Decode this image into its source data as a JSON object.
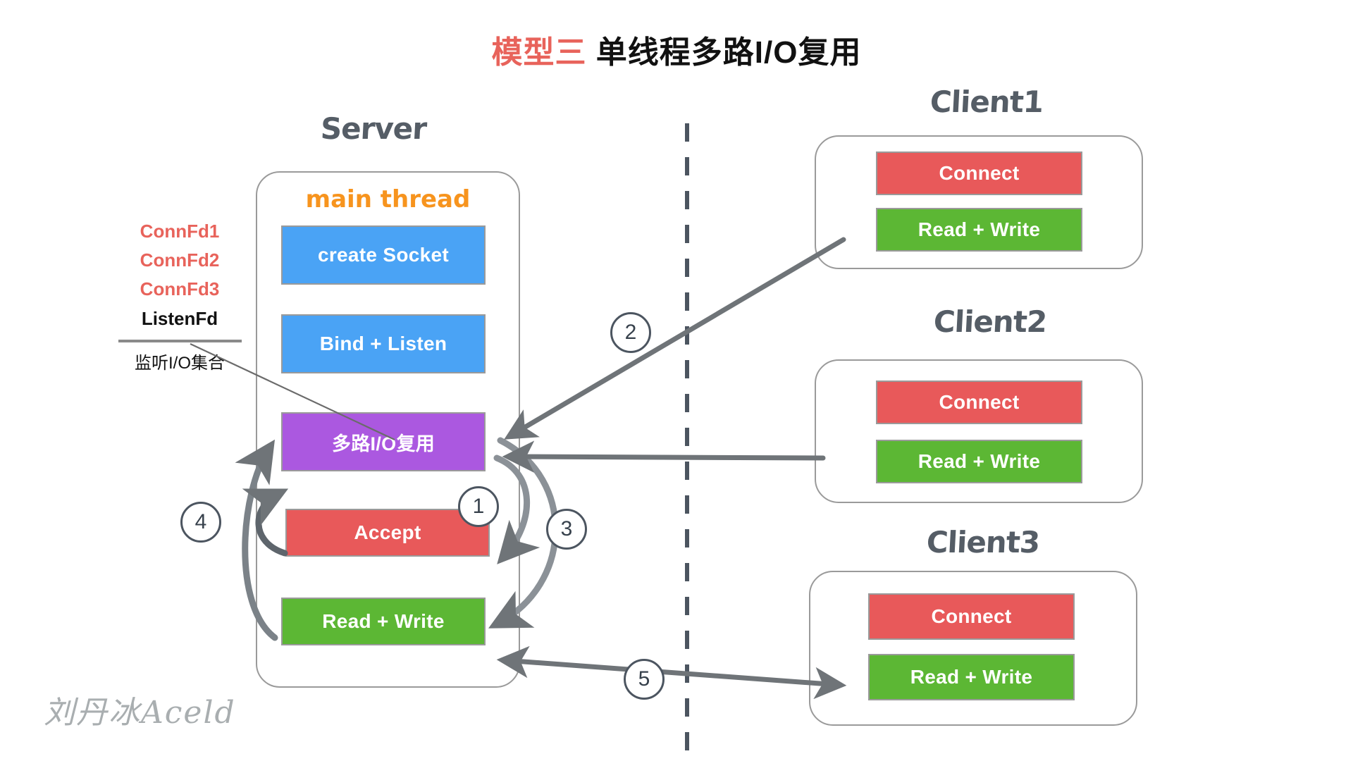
{
  "title": {
    "accent": "模型三",
    "rest": "单线程多路I/O复用"
  },
  "server": {
    "heading": "Server",
    "thread_label": "main thread",
    "steps": [
      {
        "label": "create Socket",
        "color": "blue"
      },
      {
        "label": "Bind + Listen",
        "color": "blue"
      },
      {
        "label": "多路I/O复用",
        "color": "purple"
      },
      {
        "label": "Accept",
        "color": "red"
      },
      {
        "label": "Read + Write",
        "color": "green"
      }
    ]
  },
  "fd_legend": {
    "items": [
      {
        "text": "ConnFd1",
        "color": "#e8635b"
      },
      {
        "text": "ConnFd2",
        "color": "#e8635b"
      },
      {
        "text": "ConnFd3",
        "color": "#e8635b"
      },
      {
        "text": "ListenFd",
        "color": "#111111"
      }
    ],
    "caption": "监听I/O集合"
  },
  "clients": [
    {
      "heading": "Client1",
      "connect": "Connect",
      "readwrite": "Read + Write"
    },
    {
      "heading": "Client2",
      "connect": "Connect",
      "readwrite": "Read + Write"
    },
    {
      "heading": "Client3",
      "connect": "Connect",
      "readwrite": "Read + Write"
    }
  ],
  "steps_markers": [
    "1",
    "2",
    "3",
    "4",
    "5"
  ],
  "watermark": "刘丹冰Aceld",
  "colors": {
    "accent_red": "#e8635b",
    "blue": "#4aa3f5",
    "purple": "#ab58e0",
    "red": "#e8595a",
    "green": "#5cb734",
    "orange": "#f7941e",
    "arrow_gray": "#6f7478",
    "title_gray": "#555d66"
  }
}
